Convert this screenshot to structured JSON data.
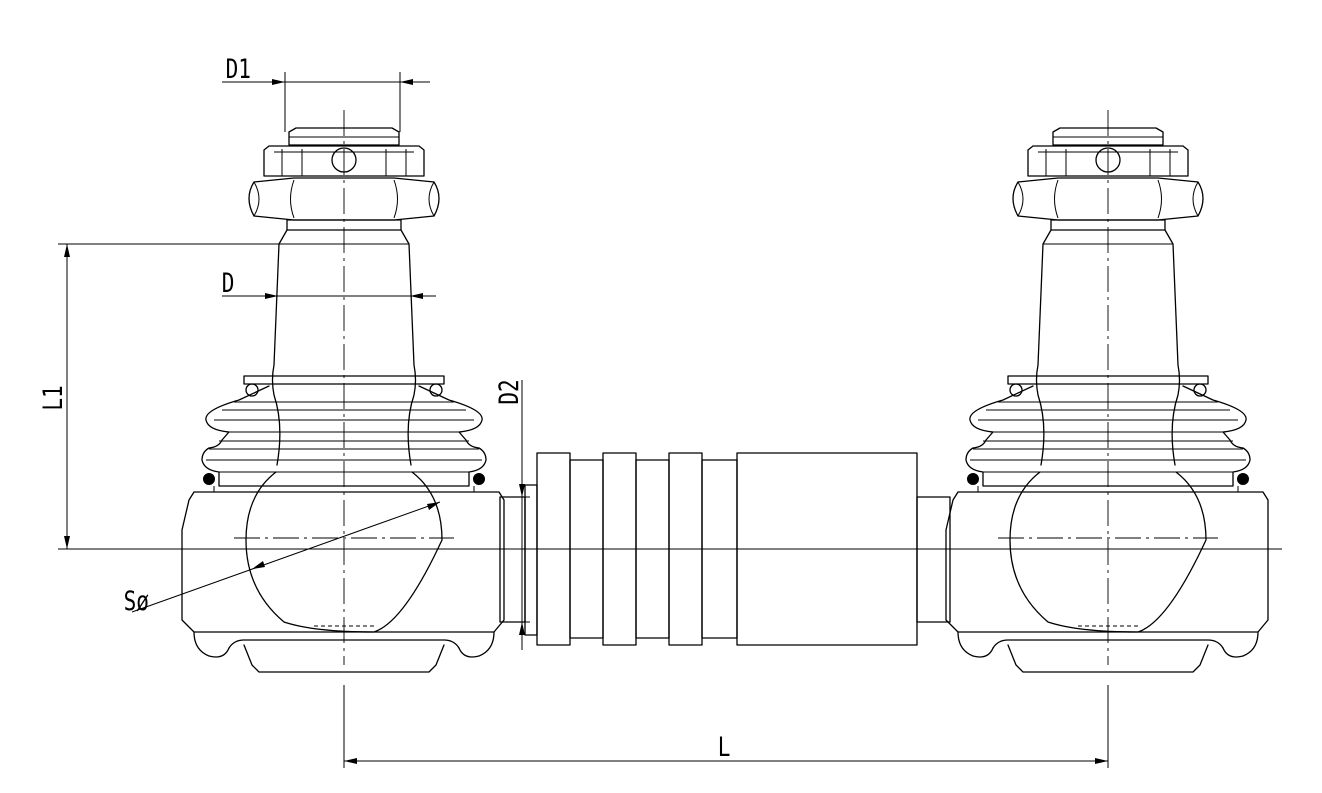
{
  "drawing": {
    "labels": {
      "d1": "D1",
      "d": "D",
      "l1": "L1",
      "d2": "D2",
      "sphere": "Sø",
      "l": "L"
    }
  }
}
